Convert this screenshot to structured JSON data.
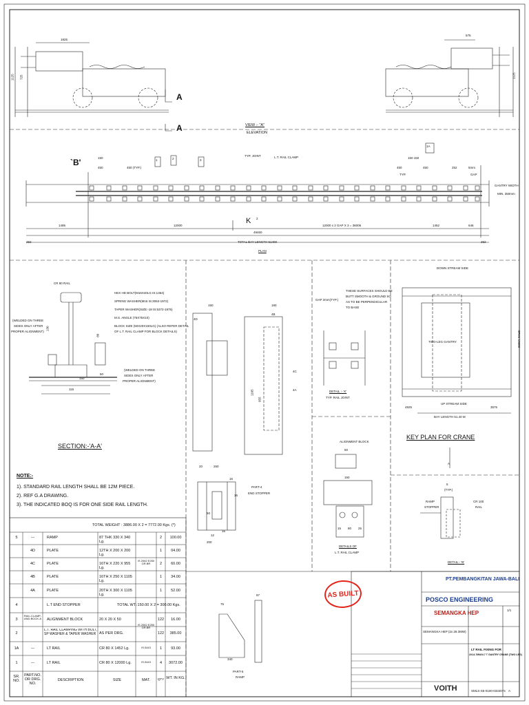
{
  "elevation": {
    "dim_1825": "1825",
    "dim_575": "575",
    "dim_1125_left": "1125",
    "dim_725": "725",
    "dim_1125_right": "1125",
    "section_mark_a1": "A",
    "section_mark_a2": "A",
    "view_title": "VIEW :- \"A\"",
    "view_subtitle": "ELEVATION"
  },
  "plan": {
    "label_b": "`B'",
    "callouts": [
      "1",
      "2",
      "3",
      "1A"
    ],
    "dim_150": "150",
    "dim_450a": "450",
    "dim_450_typ": "450 (TYP.)",
    "typ_joint": "TYP. JOINT",
    "lt_rail_clamp": "L.T. RAIL CLAMP",
    "dim_r_150_150": "150 150",
    "dim_r_450a": "450",
    "dim_r_450b": "450",
    "dim_r_252": "252",
    "typ": "TYP.",
    "gap_5mm": "5mm",
    "gap": "GAP",
    "gantry_width": "GANTRY WIDTH",
    "min_350": "MIN. 350mm",
    "label_k": "K",
    "gap_2": "2",
    "dim_1495": "1495",
    "dim_12000": "12000",
    "dim_36000": "12000 x 2 GAP X 3 = 36006",
    "dim_1452": "1452",
    "dim_646": "646",
    "dim_49460": "49460",
    "dim_252_l": "252",
    "dim_252_r": "252",
    "total_bay": "TOTAL BAY LENGTH 51400",
    "plan_title": "PLAN"
  },
  "section_aa": {
    "cr80_rail": "CR 80 RAIL",
    "hex_bolt": "HEX HD BOLT(M16X40LG IS:1364)",
    "spring_washer": "SPRING WASHER(M16 IS:3063-1972)",
    "taper_washer": "TAPER WASHER(SIZE:-18 IS:5372-1975)",
    "ms_angle": "M.S. ANGLE (75X75X10)",
    "block_size": "BLOCK SIZE (50X20X150LG) (ALSO REFER DETAIL",
    "block_size2": "OF L.T. RAIL CLAMP FOR BLOCK DETAILS)",
    "welded_left": "(WELDED ON THREE",
    "welded_left2": "SIDES ONLY AFTER",
    "welded_left3": "PROPER ALIGNMENT)",
    "welded_right": "(WELDED ON THREE",
    "welded_right2": "SIDES ONLY AFTER",
    "welded_right3": "PROPER ALIGNMENT)",
    "dim_130": "130",
    "dim_80": "80",
    "dim_115": "115",
    "dim_50": "50",
    "dim_150": "150",
    "title": "SECTION:-'A-A'"
  },
  "notes": {
    "title": "NOTE:-",
    "n1": "1). STANDARD RAIL LENGTH SHALL BE 12M PIECE.",
    "n2": "2). REF G.A DRAWING.",
    "n3": "3). THE INDICATED BOQ IS FOR ONE SIDE RAIL LENGTH."
  },
  "end_stopper": {
    "dim_150": "150",
    "dim_180": "180",
    "dim_1105": "1105",
    "dim_955": "955",
    "dim_20": "20",
    "dim_250": "250",
    "dim_16a": "16",
    "dim_16b": "16",
    "dim_12": "12",
    "dim_16c": "16",
    "dim_200": "200",
    "dim_50": "50",
    "title": "PART-4",
    "subtitle": "END STOPPER",
    "callouts": [
      "4D",
      "4B",
      "4C",
      "4A"
    ]
  },
  "detail_k": {
    "surface_note1": "THESE SURFACES SHOULD BE",
    "surface_note2": "BUTT SMOOTH & GROUND SO",
    "surface_note3": "AS TO BE PERPENDICULAR",
    "surface_note4": "TO BASE",
    "gap_typ": "GAP 2mm(TYP.)",
    "title": "DETAIL :- 'K'",
    "subtitle": "TYP. RAIL JOINT"
  },
  "rail_clamp": {
    "alignment_block": "ALIGNMENT BLOCK",
    "dim_50": "50",
    "dim_150": "150",
    "dim_15": "15",
    "dim_80": "80",
    "dim_25": "25",
    "title": "DETAILS OF",
    "subtitle": "L.T. RAIL CLAMP"
  },
  "key_plan": {
    "down_stream": "DOWN STREAM SIDE",
    "up_stream": "UP STREAM SIDE",
    "bay_length": "BAY LENGTH 51.40 M",
    "dim_4925": "4925",
    "dim_3575": "3575",
    "crane_label": "TWO-LEG GANTRY",
    "title": "KEY PLAN FOR CRANE",
    "arrow_a": "A",
    "span": "SPAN 15000"
  },
  "detail_b": {
    "dim_5": "5",
    "typ": "(TYP.)",
    "ramp_stopper": "RAMP",
    "ramp_stopper2": "STOPPER",
    "cr100": "CR 100",
    "rail": "RAIL",
    "title": "DETAIL:- 'B'"
  },
  "part5": {
    "dim_75": "75",
    "dim_87": "87",
    "dim_340": "340",
    "title": "PART-5",
    "subtitle": "RAMP"
  },
  "bom": {
    "total_weight": "TOTAL WEIGHT : 3886.00 X 2 = 7772.00 Kgs. (*)",
    "end_stopper_total": "TOTAL WT.:150.00 X 2 = 300.00 Kgs.",
    "rows": [
      {
        "sr": "5",
        "part": "---",
        "desc": "RAMP",
        "size": "87 THK 330 X 340 Lg.",
        "mat": "",
        "qty": "2",
        "wt": "100.00"
      },
      {
        "sr": "",
        "part": "4D",
        "desc": "PLATE",
        "size": "12TH X 200 X 200 Lg.",
        "mat": "",
        "qty": "1",
        "wt": "04.00"
      },
      {
        "sr": "",
        "part": "4C",
        "desc": "PLATE",
        "size": "16TH X 220 X 955 Lg.",
        "mat": "IS 2062 E250 GR.BR",
        "qty": "2",
        "wt": "60.00"
      },
      {
        "sr": "",
        "part": "4B",
        "desc": "PLATE",
        "size": "16TH X 250 X 1105 Lg.",
        "mat": "",
        "qty": "1",
        "wt": "34.00"
      },
      {
        "sr": "",
        "part": "4A",
        "desc": "PLATE",
        "size": "20TH X 300 X 1105 Lg.",
        "mat": "",
        "qty": "1",
        "wt": "52.00"
      },
      {
        "sr": "4",
        "part": "",
        "desc": "L.T END STOPPER",
        "size": "",
        "mat": "",
        "qty": "",
        "wt": ""
      },
      {
        "sr": "3",
        "part": "RAIL-CLAMP-AND-BOCK-A",
        "desc": "ALIGNMENT BLOCK",
        "size": "20 X 20 X 50",
        "mat": "IS 2062 E250 GR.BR",
        "qty": "122",
        "wt": "16.00"
      },
      {
        "sr": "2",
        "part": "",
        "desc": "L.T. RAIL CLAMPING WITH BOLT, SP WASHER & TAPER WASHER",
        "size": "AS PER DRG.",
        "mat": "",
        "qty": "122",
        "wt": "385.00"
      },
      {
        "sr": "1A",
        "part": "---",
        "desc": "LT RAIL",
        "size": "CR 80 X 1452 Lg.",
        "mat": "IS:3443",
        "qty": "1",
        "wt": "93.00"
      },
      {
        "sr": "1",
        "part": "---",
        "desc": "LT RAIL",
        "size": "CR 80 X 12000 Lg.",
        "mat": "IS:3443",
        "qty": "4",
        "wt": "3072.00"
      }
    ],
    "head": {
      "sr": "SR. NO.",
      "part": "PART.NO. OR DRG. NO.",
      "desc": "DESCRIPTION",
      "size": "SIZE",
      "mat": "MAT.",
      "qty": "QTY",
      "wt": "WT. IN KG."
    }
  },
  "title_block": {
    "stamp": "AS BUILT",
    "company1": "PT.PEMBANGKITAN JAWA-BALI",
    "company2": "POSCO ENGINEERING",
    "company3": "SEMANGKA HEP",
    "project": "SEMANGKA HEP (2x 28.3MW)",
    "drawing_title1": "LT RAIL FIXING FOR",
    "drawing_title2": "2X14.7MW/4.7 T GANTRY CRANE (TWO LEG)",
    "client_logo": "VOITH",
    "drg_no": "SMLS-S5-0100-0334074",
    "rev": "A",
    "sheet": "1/1"
  }
}
